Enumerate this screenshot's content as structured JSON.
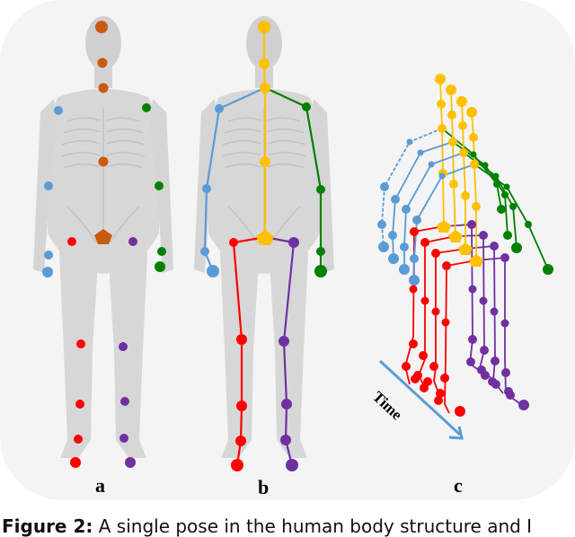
{
  "figure": {
    "panel_labels": {
      "a": "a",
      "b": "b",
      "c": "c"
    },
    "time_arrow_label": "Time",
    "caption_prefix": "Figure 2:",
    "caption_text": "A single pose in the human body structure and I"
  },
  "colors": {
    "panel_bg": "#f4f4f4",
    "head_spine_a": "#c95a10",
    "spine_b": "#ffc000",
    "left_arm": "#5b9bd5",
    "right_arm": "#008000",
    "left_leg": "#ff0000",
    "right_leg": "#7030a0",
    "body_silhouette": "#d3d3d3",
    "time_arrow": "#5b9bd5"
  },
  "joints": {
    "spine": [
      "head",
      "neck",
      "shoulder-center",
      "spine-mid",
      "hip-center"
    ],
    "left_arm": [
      "shoulder",
      "elbow",
      "wrist",
      "hand"
    ],
    "right_arm": [
      "shoulder",
      "elbow",
      "wrist",
      "hand"
    ],
    "left_leg": [
      "hip",
      "knee",
      "ankle",
      "foot"
    ],
    "right_leg": [
      "hip",
      "knee",
      "ankle",
      "foot"
    ]
  }
}
